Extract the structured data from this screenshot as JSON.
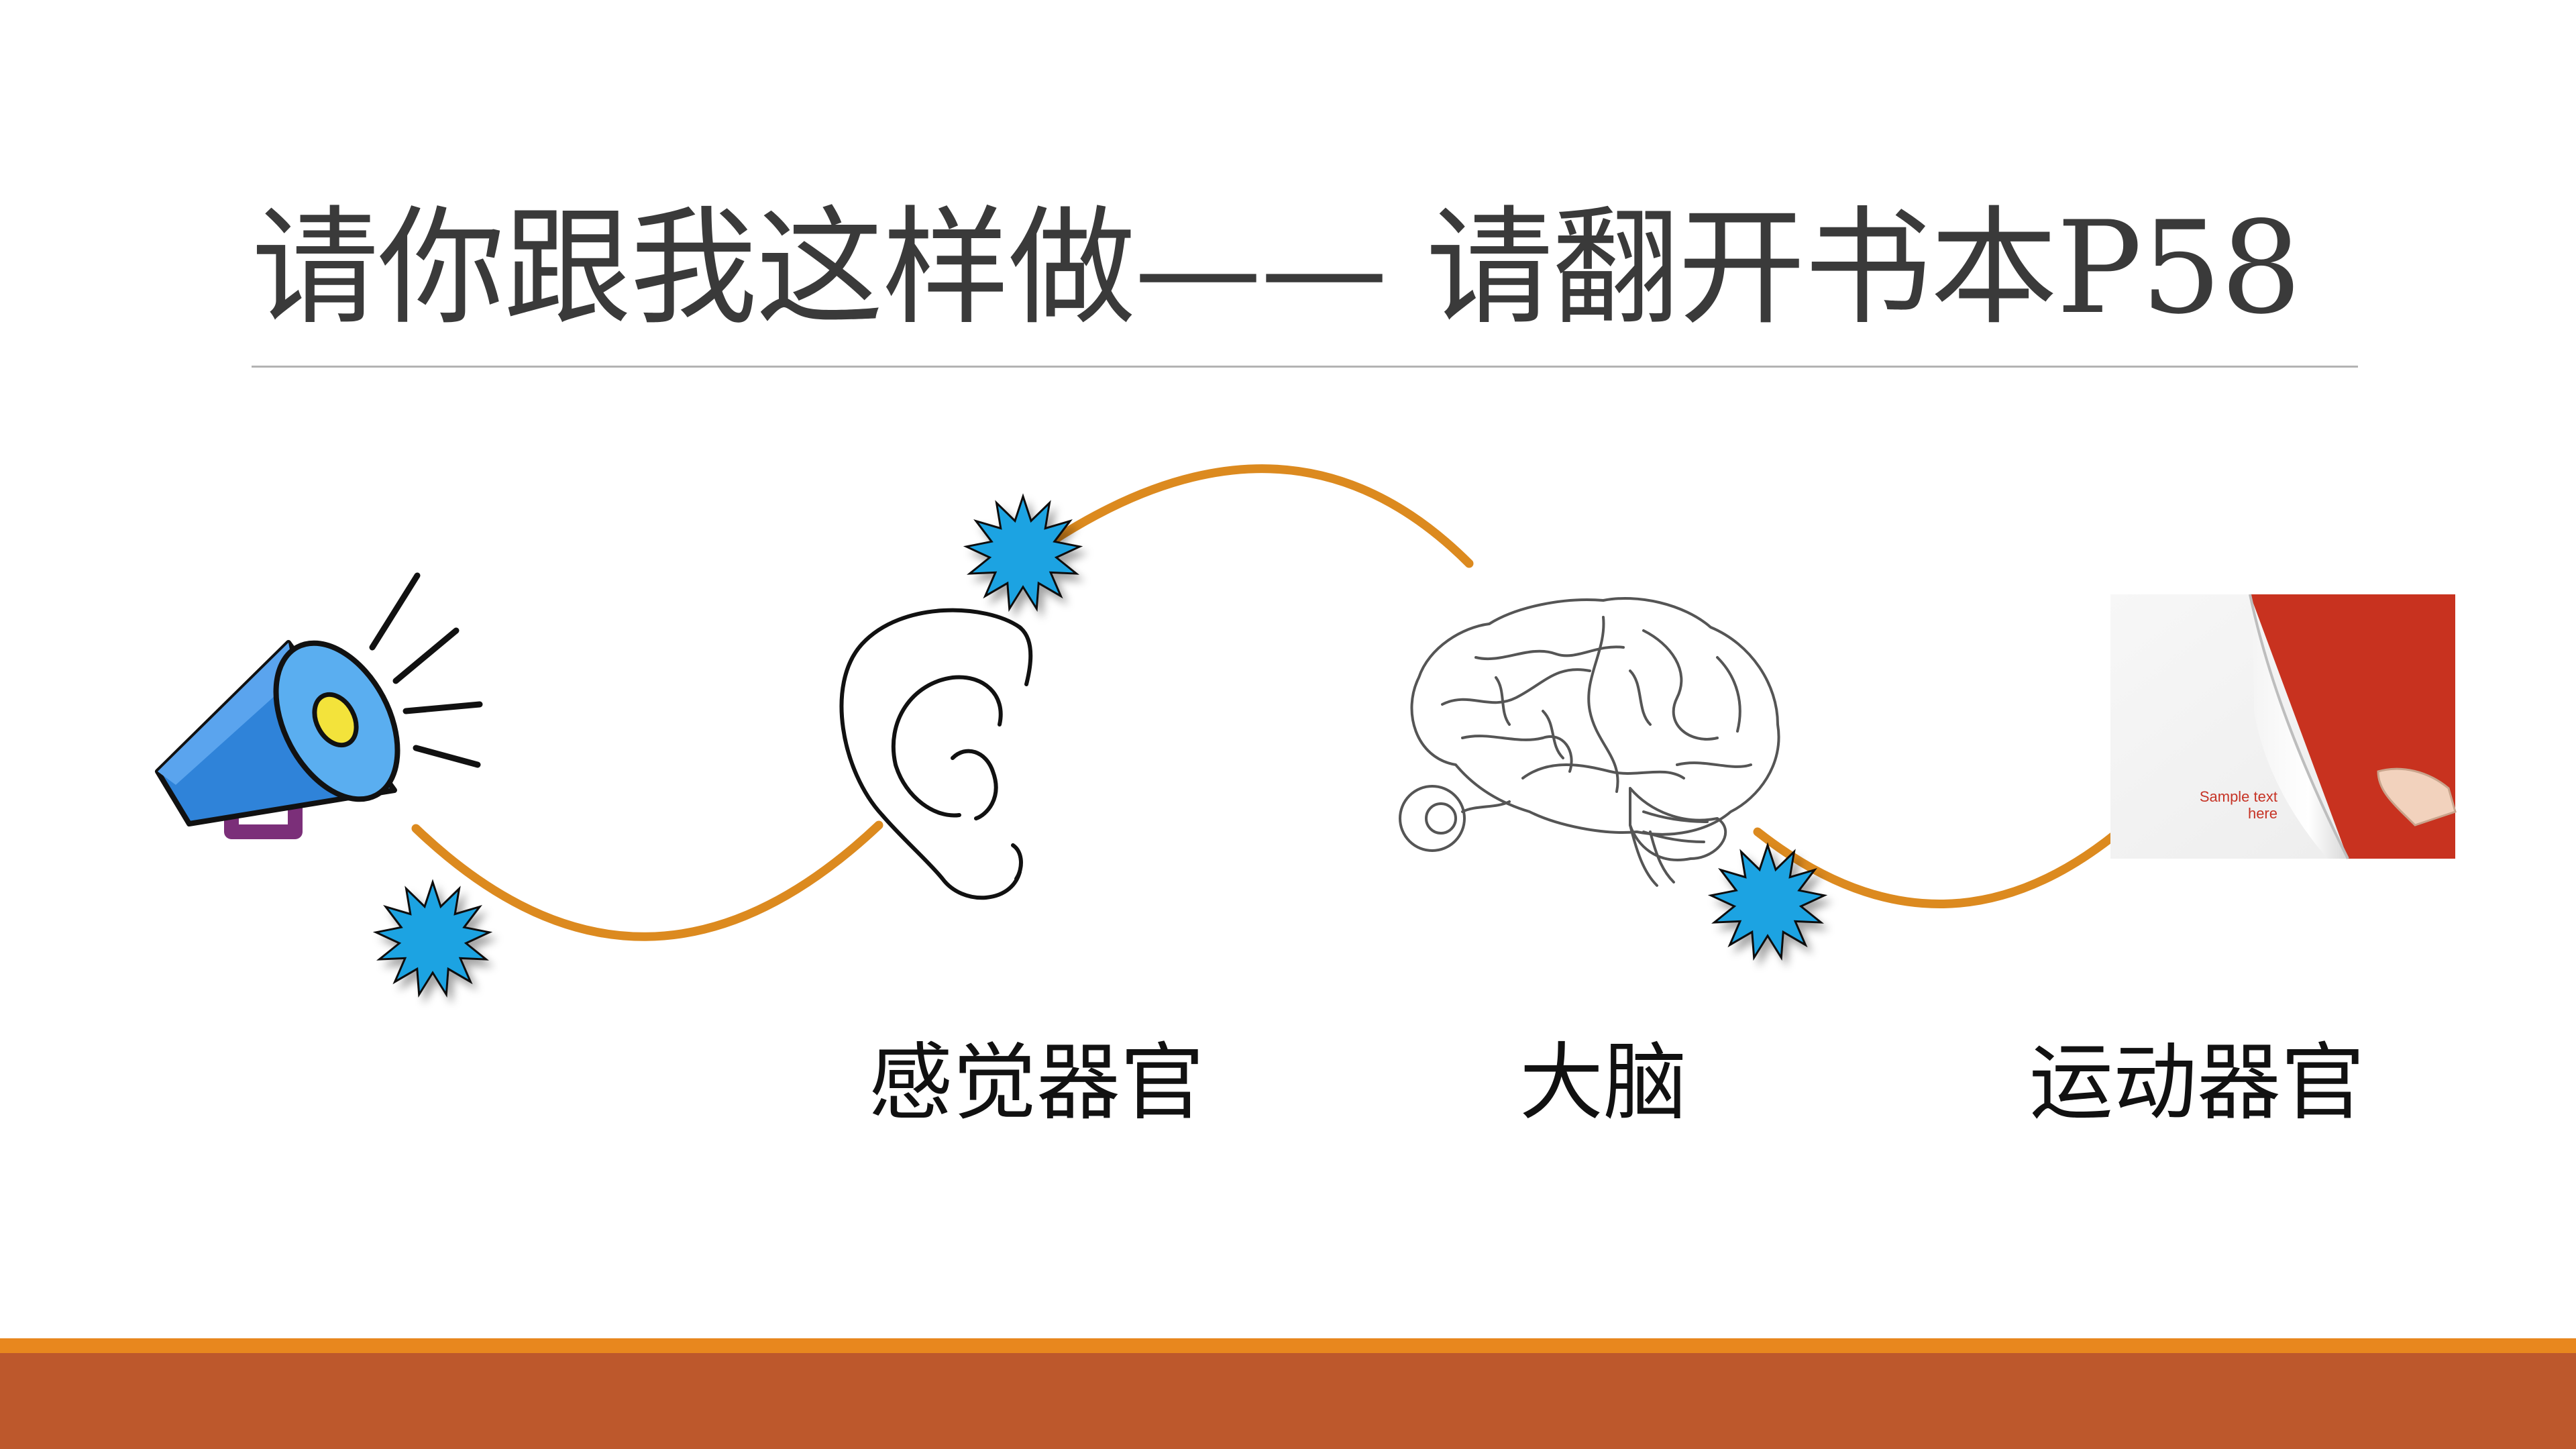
{
  "title": "请你跟我这样做—— 请翻开书本P58",
  "stages": {
    "sense": {
      "label": "感觉器官",
      "icon": "ear-icon"
    },
    "brain": {
      "label": "大脑",
      "icon": "brain-icon"
    },
    "motor": {
      "label": "运动器官",
      "icon": "book-page-icon"
    }
  },
  "source_icon": "megaphone-icon",
  "signal_icon": "starburst-icon",
  "book_sample_text": [
    "Sample text",
    "here"
  ],
  "colors": {
    "title": "#3a3a3a",
    "connector": "#dc8a1f",
    "signal": "#1ba3e2",
    "footer_line": "#e8871e",
    "footer_band": "#bd582c",
    "megaphone": "#2f83d9",
    "book_red": "#c8321f"
  }
}
